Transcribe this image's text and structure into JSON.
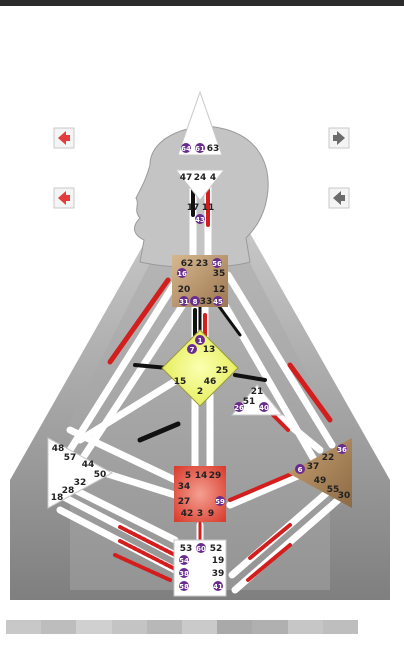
{
  "colors": {
    "background": "#ffffff",
    "triangle_gray": "#b4b4b4",
    "head_gray": "#cfcfcf",
    "ajna_yellow_green": "#e6ef7a",
    "g_center_yellow": "#f3f66a",
    "sacral_red": "#e24a3c",
    "ego_heart": "#ffffff",
    "spleen_white": "#ffffff",
    "solar_plexus_brown": "#b08a5e",
    "throat_brown": "#b9966e",
    "channel_red": "#d41e1e",
    "channel_black": "#111111",
    "activation_purple": "#6a2c8e",
    "arrow_red": "#e43b3b",
    "arrow_dark": "#6b6b6b"
  },
  "arrows": [
    {
      "name": "top-left-arrow",
      "icon": "left-arrow-red-icon"
    },
    {
      "name": "bottom-left-arrow",
      "icon": "left-arrow-red-icon"
    },
    {
      "name": "top-right-arrow",
      "icon": "right-arrow-dark-icon"
    },
    {
      "name": "bottom-right-arrow",
      "icon": "left-arrow-dark-icon"
    }
  ],
  "head": {
    "gates": [
      "64",
      "61",
      "63"
    ]
  },
  "ajna": {
    "gates": [
      "47",
      "24",
      "4"
    ]
  },
  "throat_links": {
    "gates": [
      "17",
      "11"
    ],
    "activation": "43"
  },
  "throat": {
    "gates": [
      "62",
      "23",
      "56",
      "16",
      "35",
      "20",
      "12",
      "31",
      "8",
      "33",
      "45"
    ]
  },
  "g_center": {
    "gates": [
      "1",
      "7",
      "13",
      "15",
      "46",
      "25",
      "2"
    ]
  },
  "ego": {
    "gates": [
      "21",
      "51",
      "26",
      "40"
    ]
  },
  "spleen": {
    "gates": [
      "48",
      "57",
      "44",
      "50",
      "32",
      "28",
      "18"
    ]
  },
  "sacral": {
    "gates": [
      "5",
      "14",
      "29",
      "34",
      "27",
      "59",
      "42",
      "3",
      "9"
    ]
  },
  "solar_plexus": {
    "gates": [
      "36",
      "6",
      "37",
      "22",
      "49",
      "55",
      "30"
    ]
  },
  "root": {
    "gates": [
      "53",
      "60",
      "52",
      "54",
      "19",
      "38",
      "39",
      "58",
      "41"
    ]
  }
}
